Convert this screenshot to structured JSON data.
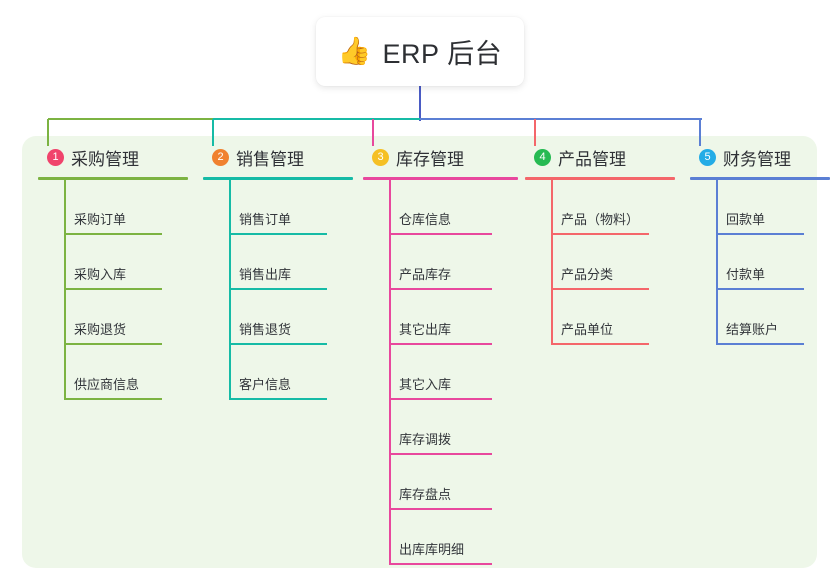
{
  "root": {
    "icon": "thumbs-up-icon",
    "icon_glyph": "👍",
    "title": "ERP 后台"
  },
  "palette": {
    "panel_bg": "#eef7e9",
    "page_bg": "#ffffff",
    "text": "#2f3136",
    "root_connector": "#4a5bc4"
  },
  "columns": [
    {
      "index": "1",
      "badge_label": "1",
      "badge_color": "#f0446c",
      "line_color": "#7cb342",
      "title": "采购管理",
      "items": [
        {
          "label": "采购订单"
        },
        {
          "label": "采购入库"
        },
        {
          "label": "采购退货"
        },
        {
          "label": "供应商信息"
        }
      ]
    },
    {
      "index": "2",
      "badge_label": "2",
      "badge_color": "#f0812f",
      "line_color": "#16bba6",
      "title": "销售管理",
      "items": [
        {
          "label": "销售订单"
        },
        {
          "label": "销售出库"
        },
        {
          "label": "销售退货"
        },
        {
          "label": "客户信息"
        }
      ]
    },
    {
      "index": "3",
      "badge_label": "3",
      "badge_color": "#f5c024",
      "line_color": "#e8489d",
      "title": "库存管理",
      "items": [
        {
          "label": "仓库信息"
        },
        {
          "label": "产品库存"
        },
        {
          "label": "其它出库"
        },
        {
          "label": "其它入库"
        },
        {
          "label": "库存调拨"
        },
        {
          "label": "库存盘点"
        },
        {
          "label": "出库库明细"
        }
      ]
    },
    {
      "index": "4",
      "badge_label": "4",
      "badge_color": "#26ba52",
      "line_color": "#f4666a",
      "title": "产品管理",
      "items": [
        {
          "label": "产品（物料）"
        },
        {
          "label": "产品分类"
        },
        {
          "label": "产品单位"
        }
      ]
    },
    {
      "index": "5",
      "badge_label": "5",
      "badge_color": "#24ace6",
      "line_color": "#5b7fd4",
      "title": "财务管理",
      "items": [
        {
          "label": "回款单"
        },
        {
          "label": "付款单"
        },
        {
          "label": "结算账户"
        }
      ]
    }
  ]
}
